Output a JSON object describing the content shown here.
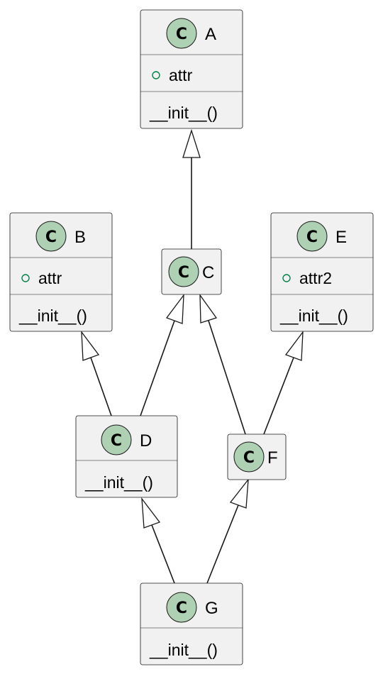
{
  "colors": {
    "class_fill": "#f1f1f1",
    "border": "#181818",
    "badge_fill": "#add1b2",
    "public_marker": "#038048",
    "arrow_fill": "#ffffff"
  },
  "badge_icon": "class-c-icon",
  "classes": {
    "A": {
      "badge": "C",
      "name": "A",
      "attributes": [
        "attr"
      ],
      "methods": [
        "__init__()"
      ]
    },
    "B": {
      "badge": "C",
      "name": "B",
      "attributes": [
        "attr"
      ],
      "methods": [
        "__init__()"
      ]
    },
    "C": {
      "badge": "C",
      "name": "C",
      "attributes": [],
      "methods": []
    },
    "D": {
      "badge": "C",
      "name": "D",
      "attributes": [],
      "methods": [
        "__init__()"
      ]
    },
    "E": {
      "badge": "C",
      "name": "E",
      "attributes": [
        "attr2"
      ],
      "methods": [
        "__init__()"
      ]
    },
    "F": {
      "badge": "C",
      "name": "F",
      "attributes": [],
      "methods": []
    },
    "G": {
      "badge": "C",
      "name": "G",
      "attributes": [],
      "methods": [
        "__init__()"
      ]
    }
  },
  "inheritance": [
    {
      "child": "C",
      "parent": "A"
    },
    {
      "child": "D",
      "parent": "B"
    },
    {
      "child": "D",
      "parent": "C"
    },
    {
      "child": "F",
      "parent": "C"
    },
    {
      "child": "F",
      "parent": "E"
    },
    {
      "child": "G",
      "parent": "D"
    },
    {
      "child": "G",
      "parent": "F"
    }
  ]
}
